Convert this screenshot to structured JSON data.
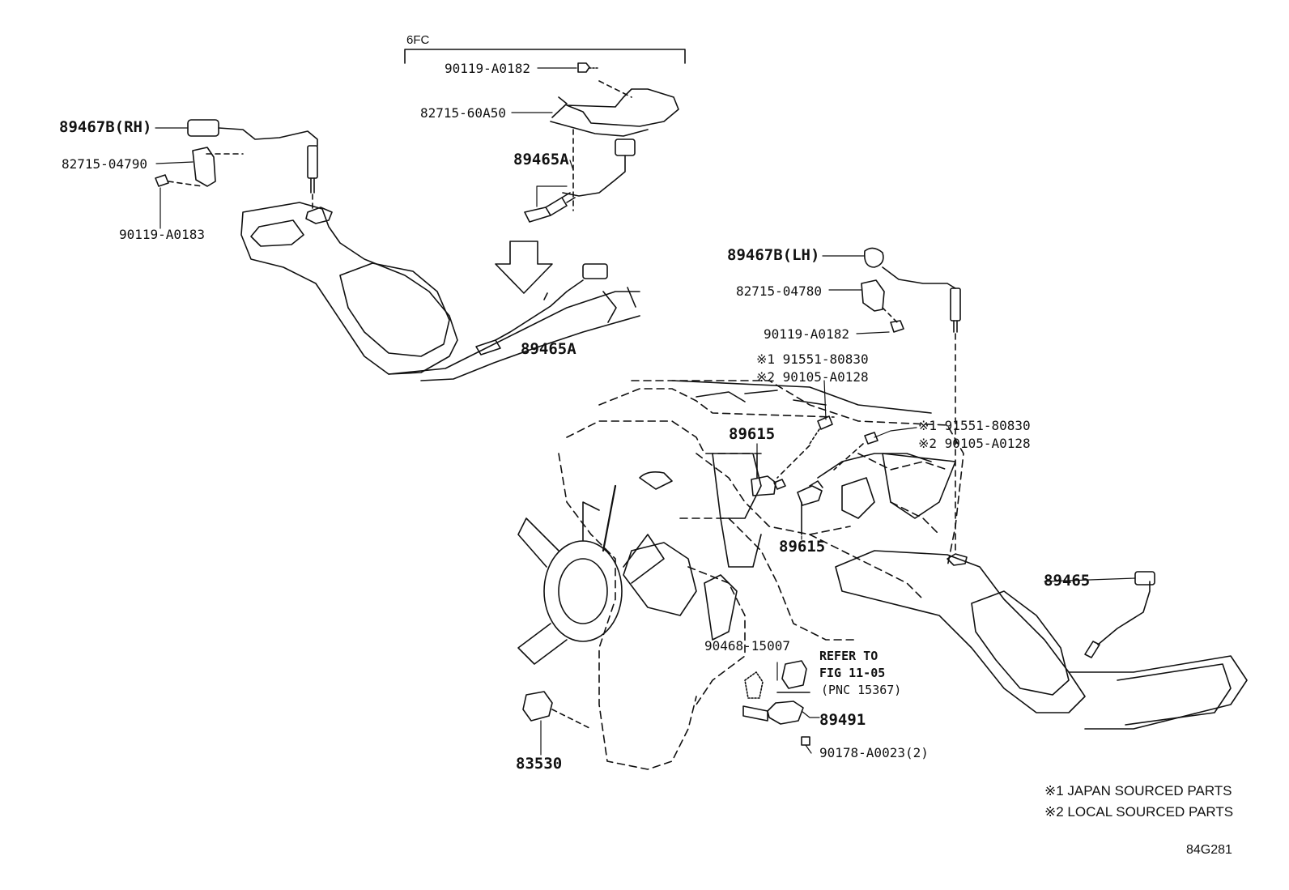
{
  "group_label": "6FC",
  "labels": {
    "p_90119_a0182_top": "90119-A0182",
    "p_82715_60a50": "82715-60A50",
    "p_89465a_top": "89465A",
    "p_89467b_rh": "89467B(RH)",
    "p_82715_04790": "82715-04790",
    "p_90119_a0183": "90119-A0183",
    "p_89465a_mid": "89465A",
    "p_89467b_lh": "89467B(LH)",
    "p_82715_04780": "82715-04780",
    "p_90119_a0182_lh": "90119-A0182",
    "p_note1_left": "※1 91551-80830",
    "p_note2_left": "※2 90105-A0128",
    "p_note1_right": "※1 91551-80830",
    "p_note2_right": "※2 90105-A0128",
    "p_89615_a": "89615",
    "p_89615_b": "89615",
    "p_89465": "89465",
    "p_90468_15007": "90468-15007",
    "refer_line1": "REFER TO",
    "refer_line2": "FIG 11-05",
    "refer_line3": "(PNC 15367)",
    "p_89491": "89491",
    "p_90178_a0023": "90178-A0023(2)",
    "p_83530": "83530"
  },
  "legend": {
    "note1": "※1 JAPAN SOURCED PARTS",
    "note2": "※2 LOCAL SOURCED PARTS"
  },
  "figure_code": "84G281"
}
